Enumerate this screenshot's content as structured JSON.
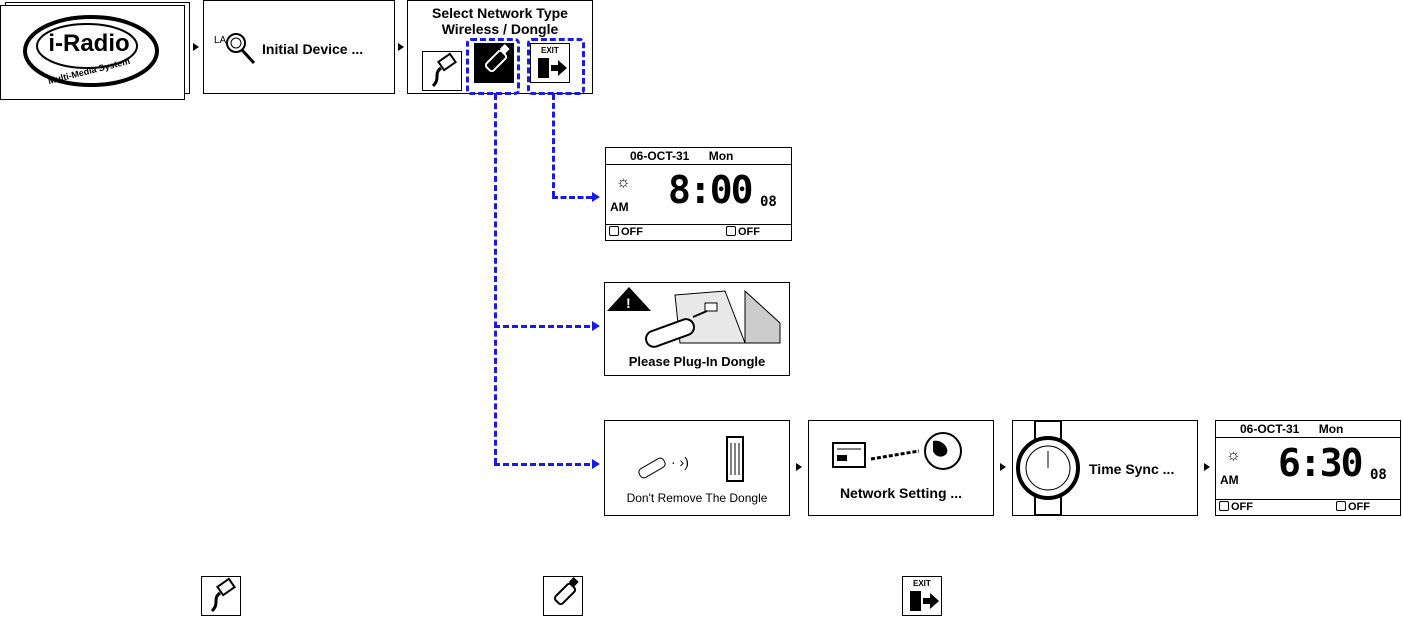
{
  "splash": {
    "logo_text": "i-Radio",
    "logo_sub": "Multi-Media System"
  },
  "init": {
    "label": "Initial Device ...",
    "icon": "lan-magnifier-icon"
  },
  "select": {
    "title_line1": "Select Network Type",
    "title_line2": "Wireless / Dongle",
    "options": [
      "ethernet-plug-icon",
      "usb-dongle-icon",
      "exit-door-icon"
    ],
    "exit_label": "EXIT"
  },
  "clock1": {
    "date": "06-OCT-31",
    "day": "Mon",
    "ampm": "AM",
    "time": "8:00",
    "seconds": "08",
    "alarm1": "OFF",
    "alarm2": "OFF"
  },
  "plug": {
    "label": "Please Plug-In Dongle"
  },
  "dontremove": {
    "label": "Don't Remove The Dongle"
  },
  "network": {
    "label": "Network Setting ..."
  },
  "timesync": {
    "label": "Time Sync ..."
  },
  "clock2": {
    "date": "06-OCT-31",
    "day": "Mon",
    "ampm": "AM",
    "time": "6:30",
    "seconds": "08",
    "alarm1": "OFF",
    "alarm2": "OFF"
  },
  "legend": {
    "items": [
      "ethernet-plug-icon",
      "usb-dongle-icon",
      "exit-door-icon"
    ],
    "exit_label": "EXIT"
  },
  "colors": {
    "connector": "#1a1ae6",
    "frame": "#000000"
  }
}
